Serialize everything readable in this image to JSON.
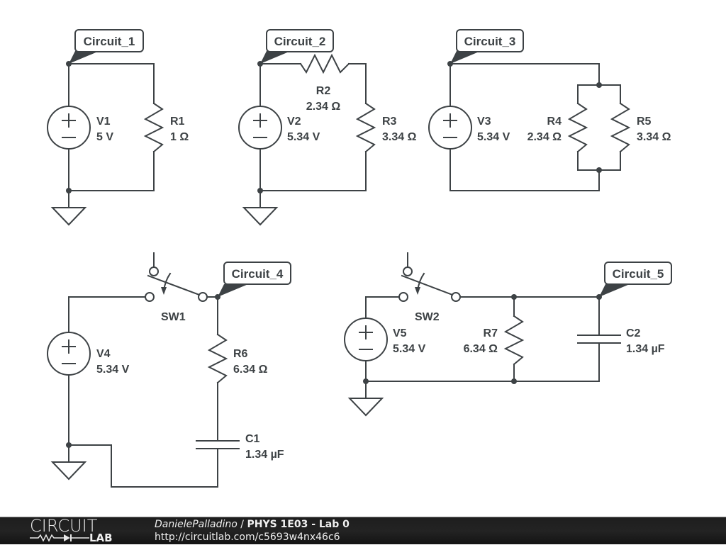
{
  "footer": {
    "logo_top": "CIRCUIT",
    "logo_bottom": "LAB",
    "author": "DanielePalladino",
    "separator": " / ",
    "title": "PHYS 1E03 - Lab 0",
    "url": "http://circuitlab.com/c5693w4nx46c6"
  },
  "circuits": [
    {
      "label": "Circuit_1",
      "components": [
        {
          "name": "V1",
          "value": "5 V",
          "type": "voltage-source"
        },
        {
          "name": "R1",
          "value": "1 Ω",
          "type": "resistor"
        }
      ]
    },
    {
      "label": "Circuit_2",
      "components": [
        {
          "name": "V2",
          "value": "5.34 V",
          "type": "voltage-source"
        },
        {
          "name": "R2",
          "value": "2.34 Ω",
          "type": "resistor"
        },
        {
          "name": "R3",
          "value": "3.34 Ω",
          "type": "resistor"
        }
      ]
    },
    {
      "label": "Circuit_3",
      "components": [
        {
          "name": "V3",
          "value": "5.34 V",
          "type": "voltage-source"
        },
        {
          "name": "R4",
          "value": "2.34 Ω",
          "type": "resistor"
        },
        {
          "name": "R5",
          "value": "3.34 Ω",
          "type": "resistor"
        }
      ]
    },
    {
      "label": "Circuit_4",
      "components": [
        {
          "name": "V4",
          "value": "5.34 V",
          "type": "voltage-source"
        },
        {
          "name": "SW1",
          "value": "",
          "type": "switch"
        },
        {
          "name": "R6",
          "value": "6.34 Ω",
          "type": "resistor"
        },
        {
          "name": "C1",
          "value": "1.34 µF",
          "type": "capacitor"
        }
      ]
    },
    {
      "label": "Circuit_5",
      "components": [
        {
          "name": "V5",
          "value": "5.34 V",
          "type": "voltage-source"
        },
        {
          "name": "SW2",
          "value": "",
          "type": "switch"
        },
        {
          "name": "R7",
          "value": "6.34 Ω",
          "type": "resistor"
        },
        {
          "name": "C2",
          "value": "1.34 µF",
          "type": "capacitor"
        }
      ]
    }
  ],
  "colors": {
    "wire": "#3d4245",
    "footer_bg": "#1e1e1e",
    "footer_text": "#f0f0f0"
  }
}
